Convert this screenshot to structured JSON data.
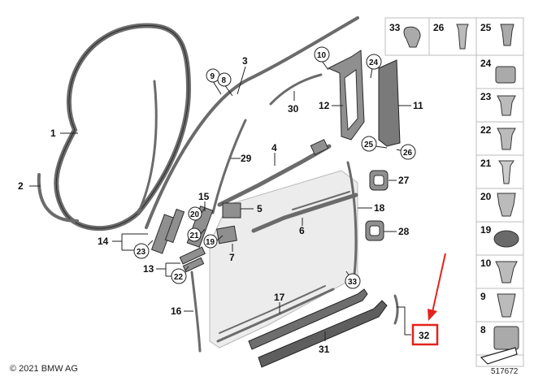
{
  "copyright": "© 2021 BMW AG",
  "diagram_id": "517672",
  "highlight_color": "#e3231b",
  "highlighted_part": "32",
  "callouts": {
    "c1": "1",
    "c2": "2",
    "c3": "3",
    "c4": "4",
    "c5": "5",
    "c6": "6",
    "c7": "7",
    "c8": "8",
    "c9": "9",
    "c10": "10",
    "c11": "11",
    "c12": "12",
    "c13": "13",
    "c14": "14",
    "c15": "15",
    "c16": "16",
    "c17": "17",
    "c18": "18",
    "c19": "19",
    "c20": "20",
    "c21": "21",
    "c22": "22",
    "c23": "23",
    "c24": "24",
    "c25": "25",
    "c26": "26",
    "c27": "27",
    "c28": "28",
    "c29": "29",
    "c30": "30",
    "c31": "31",
    "c32": "32",
    "c33": "33"
  },
  "fastener_table": {
    "top_row": [
      "33",
      "26",
      "25"
    ],
    "column": [
      "24",
      "23",
      "22",
      "21",
      "20",
      "19",
      "10",
      "9",
      "8"
    ]
  }
}
